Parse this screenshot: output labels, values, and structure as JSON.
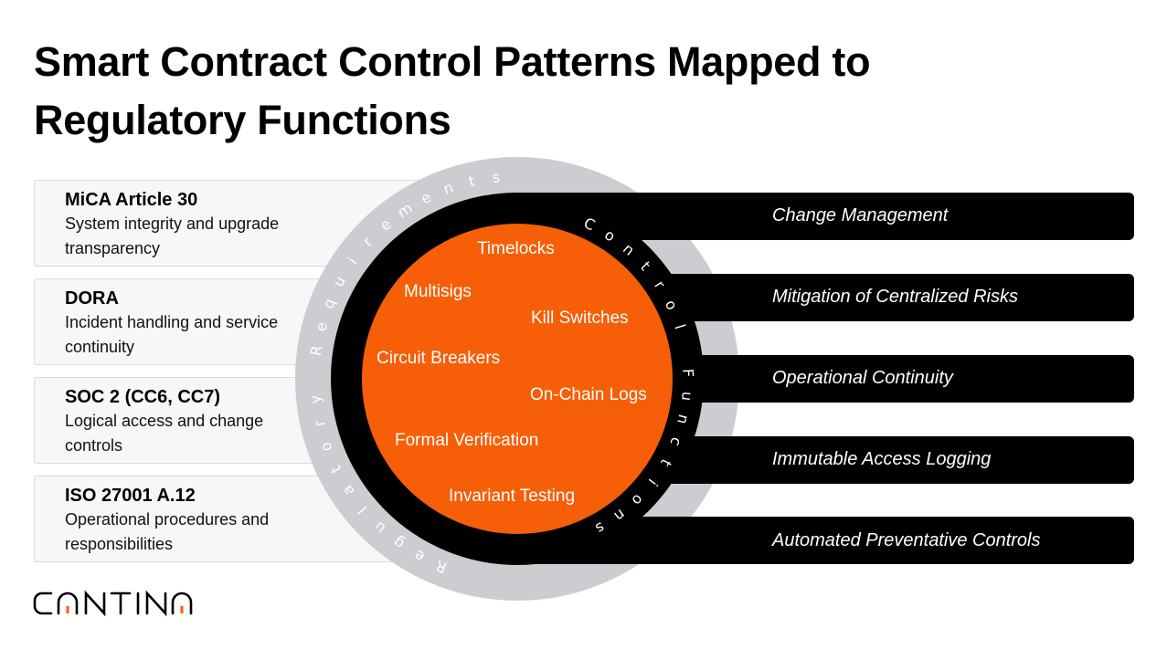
{
  "title": "Smart Contract Control Patterns Mapped to Regulatory Functions",
  "regulations": [
    {
      "name": "MiCA Article 30",
      "description": "System integrity and upgrade transparency"
    },
    {
      "name": "DORA",
      "description": "Incident handling and service continuity"
    },
    {
      "name": "SOC 2 (CC6, CC7)",
      "description": "Logical access and change controls"
    },
    {
      "name": "ISO 27001 A.12",
      "description": "Operational procedures and responsibilities"
    }
  ],
  "outer_ring_label": "Regulatory Requirements",
  "middle_ring_label": "Control Functions",
  "control_patterns": [
    "Timelocks",
    "Multisigs",
    "Kill Switches",
    "Circuit Breakers",
    "On-Chain Logs",
    "Formal Verification",
    "Invariant Testing"
  ],
  "control_functions": [
    "Change Management",
    "Mitigation of Centralized Risks",
    "Operational Continuity",
    "Immutable Access Logging",
    "Automated Preventative Controls"
  ],
  "logo": "CANTINA",
  "colors": {
    "orange": "#f75e08",
    "black": "#000000",
    "ring_gray": "#cbcdd1",
    "box_bg": "#f6f7f9"
  }
}
